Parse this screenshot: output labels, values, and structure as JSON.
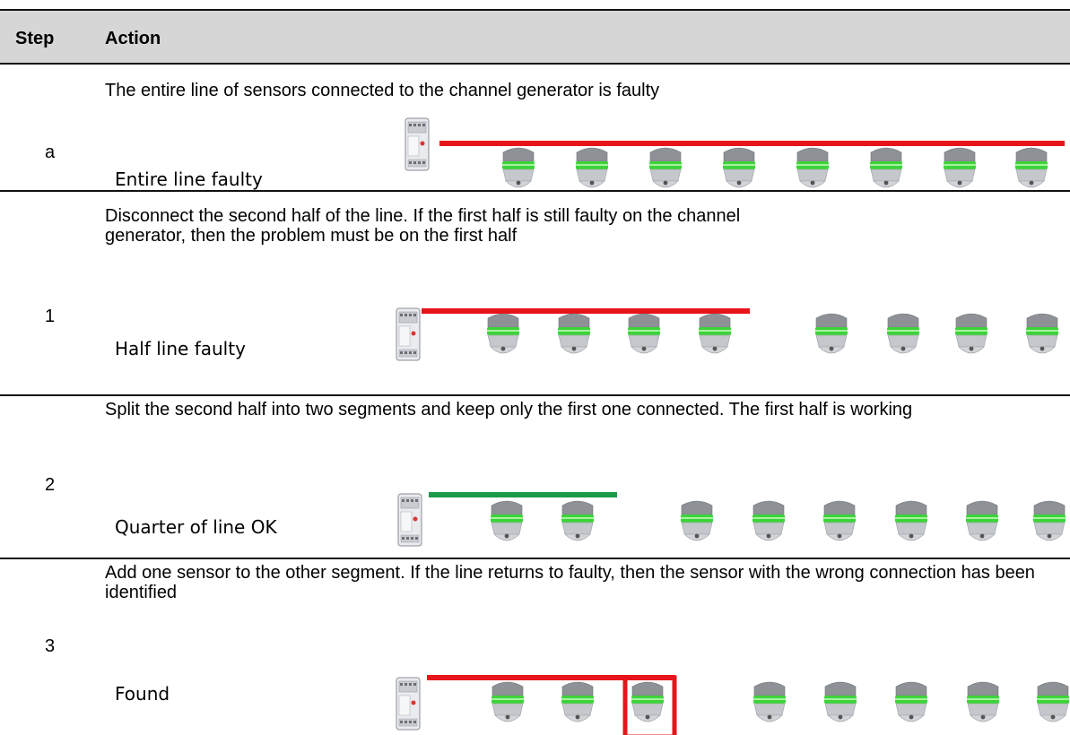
{
  "table": {
    "headers": {
      "step": "Step",
      "action": "Action"
    },
    "rows": [
      {
        "step": "a",
        "description": "The entire line of sensors connected to the channel generator is faulty",
        "label": "Entire line faulty",
        "line_status": "faulty",
        "connected_sensors": 8,
        "total_sensors": 8,
        "highlighted_sensor": null
      },
      {
        "step": "1",
        "description": "Disconnect the second half of the line. If the first half is still faulty on the channel generator, then the problem must be on the first half",
        "label": "Half line faulty",
        "line_status": "faulty",
        "connected_sensors": 4,
        "total_sensors": 8,
        "highlighted_sensor": null
      },
      {
        "step": "2",
        "description": "Split the second half into two segments and keep only the first one connected. The first half is working",
        "label": "Quarter of line OK",
        "line_status": "ok",
        "connected_sensors": 2,
        "total_sensors": 8,
        "highlighted_sensor": null
      },
      {
        "step": "3",
        "description": "Add one sensor to the other segment. If the line returns to faulty, then the sensor with the wrong connection has been identified",
        "label": "Found",
        "line_status": "faulty",
        "connected_sensors": 3,
        "total_sensors": 8,
        "highlighted_sensor": 3
      }
    ]
  },
  "colors": {
    "faulty_line": "#e8141b",
    "ok_line": "#1a9b4a",
    "sensor_band": "#3dd43a",
    "highlight_box": "#e8141b"
  },
  "icons": {
    "generator": "channel-generator-icon",
    "sensor": "sensor-icon"
  }
}
